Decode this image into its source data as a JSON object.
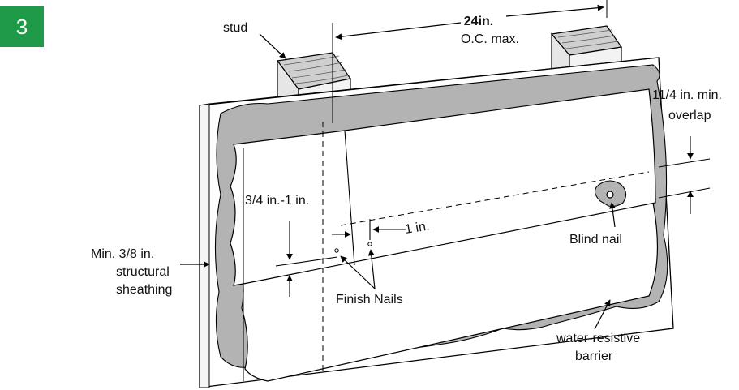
{
  "step": {
    "number": "3",
    "color": "#1f9a49"
  },
  "labels": {
    "stud": "stud",
    "spacing_value": "24in.",
    "spacing_note": "O.C. max.",
    "overlap_line1": "11/4 in. min.",
    "overlap_line2": "overlap",
    "reveal": "3/4 in.-1 in.",
    "edge_distance": "1 in.",
    "blind_nail": "Blind nail",
    "sheathing_line1": "Min. 3/8 in.",
    "sheathing_line2": "structural",
    "sheathing_line3": "sheathing",
    "finish_nails": "Finish Nails",
    "wrb_line1": "water-resistive",
    "wrb_line2": "barrier"
  },
  "colors": {
    "barrier_fill": "#b3b3b3",
    "stud_end": "#cfcfcf",
    "stud_face": "#ececec",
    "line": "#000000"
  }
}
